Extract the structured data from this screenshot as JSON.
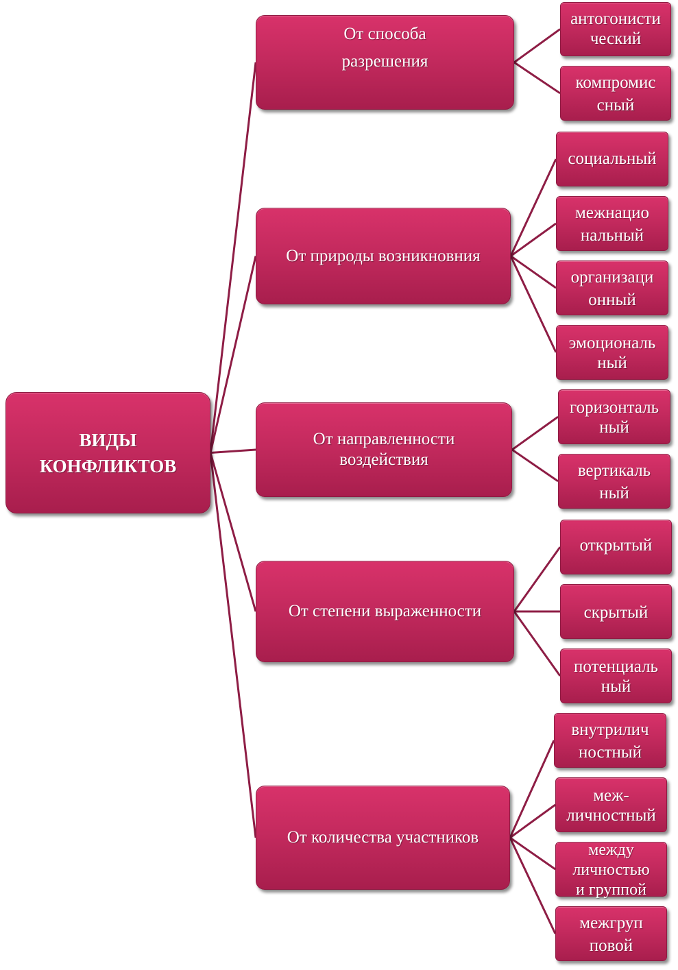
{
  "root": {
    "label": "ВИДЫ\nКОНФЛИКТОВ"
  },
  "categories": [
    {
      "label": "От способа\nразрешения",
      "types": [
        "антогонисти\nческий",
        "компромис\nсный"
      ]
    },
    {
      "label": "От природы возникновния",
      "types": [
        "социальный",
        "межнацио\nнальный",
        "организаци\nонный",
        "эмоциональ\nный"
      ]
    },
    {
      "label": "От направленности\nвоздействия",
      "types": [
        "горизонталь\nный",
        "вертикаль\nный"
      ]
    },
    {
      "label": "От степени выраженности",
      "types": [
        "открытый",
        "скрытый",
        "потенциаль\nный"
      ]
    },
    {
      "label": "От количества участников",
      "types": [
        "внутрилич\nностный",
        "меж-\nличностный",
        "между\nличностью\nи группой",
        "межгруп\nповой"
      ]
    }
  ],
  "colors": {
    "box": "#c42a5e",
    "box_border": "#8f1b42",
    "line": "#8e1d45",
    "text": "#ffffff"
  }
}
